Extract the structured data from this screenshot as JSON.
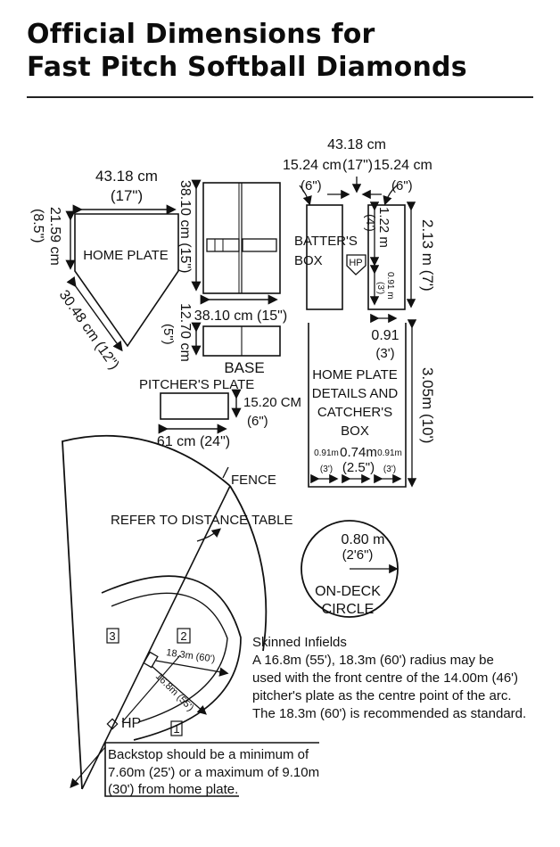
{
  "title_lines": [
    "Official Dimensions for",
    "Fast Pitch Softball Diamonds"
  ],
  "home_plate": {
    "label": "HOME PLATE",
    "width_cm": "43.18 cm",
    "width_in": "(17\")",
    "side_cm": "21.59 cm",
    "side_in": "(8.5\")",
    "diag": "30.48 cm (12\")"
  },
  "base": {
    "label": "BASE",
    "side_dim": "38.10 cm (15\")",
    "bottom_dim": "38.10 cm (15\")",
    "height_dim": "12.70 cm",
    "height_in": "(5\")"
  },
  "pitchers_plate": {
    "label": "PITCHER'S PLATE",
    "height_dim": "15.20 CM",
    "height_in": "(6\")",
    "width_dim": "61 cm (24\")"
  },
  "batters_box": {
    "top_dim": "43.18 cm",
    "top_row": [
      "15.24 cm",
      "(17\")",
      "15.24 cm"
    ],
    "six_in": "(6\")",
    "label_1": "BATTER'S",
    "label_2": "BOX",
    "hp": "HP",
    "box_len": "1.22 m",
    "box_len_in": "(4')",
    "inner": "0.91 m",
    "inner_in": "(3')",
    "total": "2.13 m (7')",
    "gap": "0.91",
    "gap_in": "(3')"
  },
  "catchers_box": {
    "label_lines": [
      "HOME PLATE",
      "DETAILS AND",
      "CATCHER'S",
      "BOX"
    ],
    "depth": "3.05m (10')",
    "left": "0.91m",
    "center": "0.74m",
    "right": "0.91m",
    "left_in": "(3')",
    "center_in": "(2.5\")",
    "right_in": "(3')"
  },
  "field": {
    "fence": "FENCE",
    "refer": "REFER TO DISTANCE TABLE",
    "r1": "18.3m (60')",
    "r2": "16.8m (55')",
    "hp": "HP",
    "bases": [
      "1",
      "2",
      "3"
    ]
  },
  "on_deck": {
    "dim": "0.80 m",
    "dim_in": "(2'6\")",
    "label_1": "ON-DECK",
    "label_2": "CIRCLE"
  },
  "skinned_note": [
    "Skinned Infields",
    "A 16.8m (55'), 18.3m (60') radius may be",
    "used with the front centre of the 14.00m (46')",
    "pitcher's plate as the centre point of the arc.",
    "The 18.3m (60') is recommended as standard."
  ],
  "backstop_note": [
    "Backstop should be a minimum of",
    "7.60m (25') or a maximum of 9.10m",
    "(30') from home plate."
  ]
}
